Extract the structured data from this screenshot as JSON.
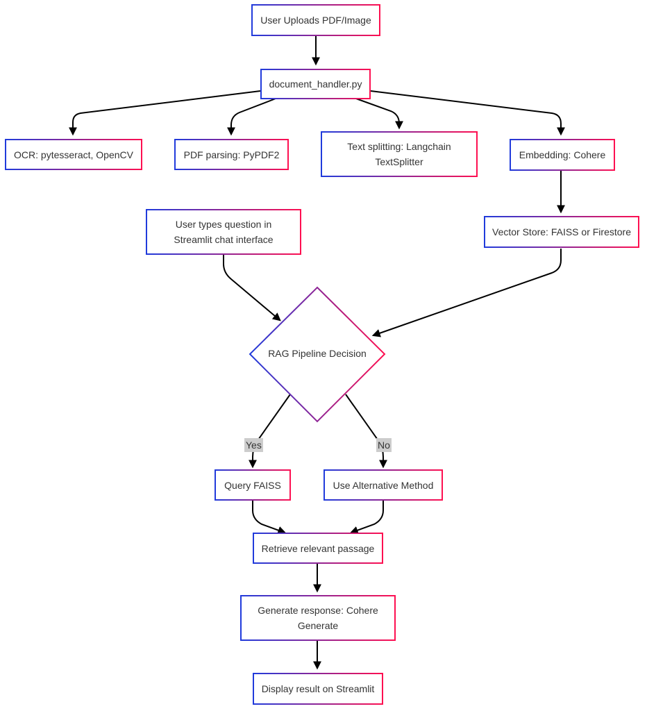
{
  "nodes": {
    "upload": "User Uploads PDF/Image",
    "handler": "document_handler.py",
    "ocr": "OCR: pytesseract, OpenCV",
    "pdf": "PDF parsing: PyPDF2",
    "split": "Text splitting: Langchain\nTextSplitter",
    "embed": "Embedding: Cohere",
    "question": "User types question in\nStreamlit chat interface",
    "vector": "Vector Store: FAISS or Firestore",
    "decision": "RAG Pipeline Decision",
    "faiss": "Query FAISS",
    "alt": "Use Alternative Method",
    "retrieve": "Retrieve relevant passage",
    "generate": "Generate response: Cohere\nGenerate",
    "display": "Display result on Streamlit"
  },
  "edge_labels": {
    "yes": "Yes",
    "no": "No"
  },
  "colors": {
    "border_start": "#1f3bdc",
    "border_end": "#ff0f50",
    "edge": "#000000",
    "label_bg": "#cccccc"
  }
}
